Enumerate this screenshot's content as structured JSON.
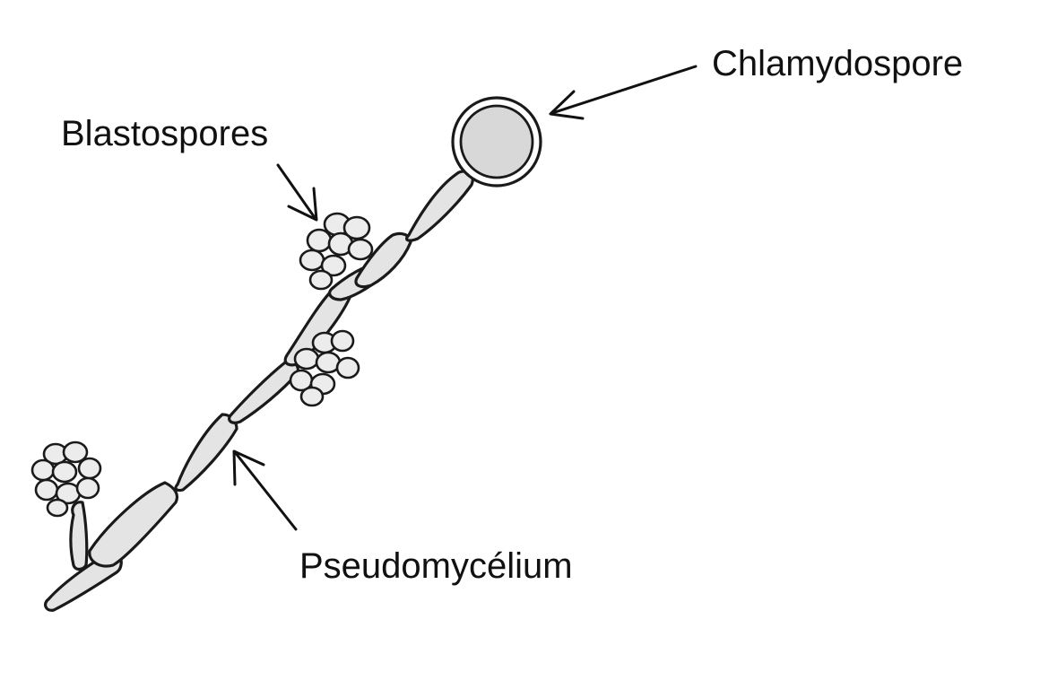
{
  "labels": {
    "chlamydospore": "Chlamydospore",
    "blastospores": "Blastospores",
    "pseudomycelium": "Pseudomycélium"
  },
  "colors": {
    "background": "#ffffff",
    "cell_fill": "#e4e4e4",
    "outline": "#1a1a1a"
  }
}
